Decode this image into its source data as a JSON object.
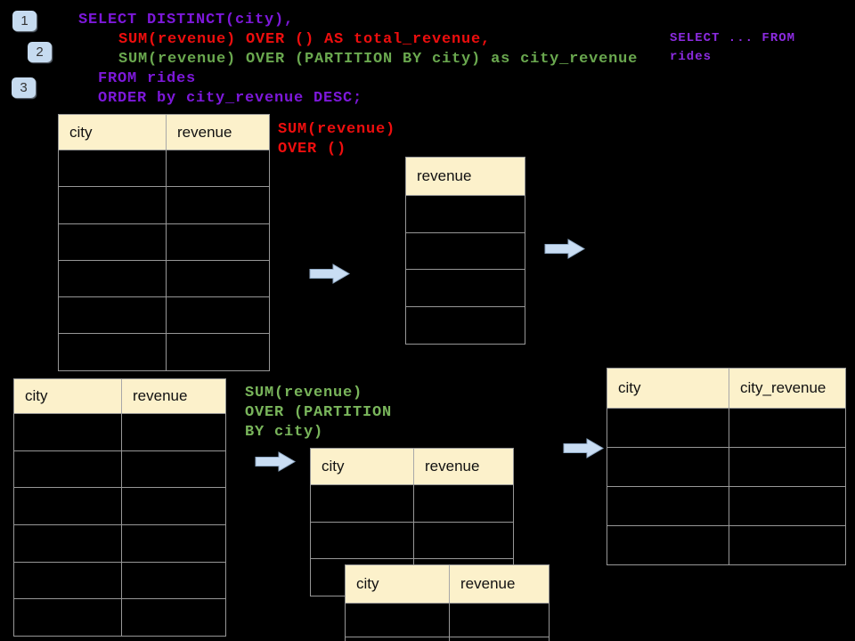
{
  "colors": {
    "background": "#000000",
    "sql_purple": "#7d18da",
    "side_note_purple": "#8c2be0",
    "sql_red": "#ee0e0e",
    "sql_green": "#6aa84f",
    "annotation_red": "#ee0e0e",
    "annotation_green": "#79b55b",
    "table_header_fill": "#fcf1cb",
    "table_border": "#979797",
    "arrow_fill": "#c9ddf3",
    "badge_fill": "#c6dbf0"
  },
  "steps": [
    {
      "label": "1"
    },
    {
      "label": "2"
    },
    {
      "label": "3"
    }
  ],
  "sql": {
    "line1": "SELECT DISTINCT(city),",
    "line2": "SUM(revenue) OVER () AS total_revenue,",
    "line3": "SUM(revenue) OVER (PARTITION BY city) as city_revenue",
    "line4": "FROM rides",
    "line5": "ORDER by city_revenue DESC;"
  },
  "side_note": "SELECT ... FROM\nrides",
  "annotations": {
    "total_window": "SUM(revenue)\nOVER ()",
    "partition_window": "SUM(revenue)\nOVER (PARTITION\nBY city)"
  },
  "tables": {
    "source_top": {
      "headers": [
        "city",
        "revenue"
      ],
      "rows": 6
    },
    "total_result": {
      "headers": [
        "revenue"
      ],
      "rows": 4
    },
    "source_bottom": {
      "headers": [
        "city",
        "revenue"
      ],
      "rows": 6
    },
    "partition_mid": {
      "headers": [
        "city",
        "revenue"
      ],
      "rows": 3
    },
    "partition_overlay": {
      "headers": [
        "city",
        "revenue"
      ],
      "rows": 2
    },
    "final_result": {
      "headers": [
        "city",
        "city_revenue"
      ],
      "rows": 4
    }
  }
}
